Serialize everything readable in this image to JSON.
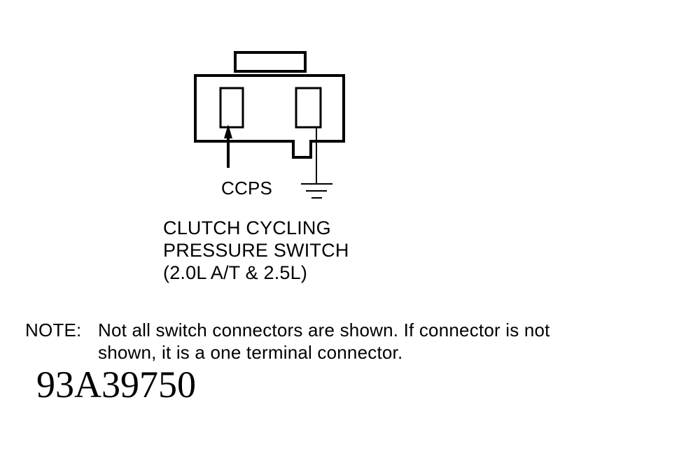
{
  "switch_label": "CCPS",
  "description": {
    "line1": "CLUTCH CYCLING",
    "line2": "PRESSURE SWITCH",
    "line3": "(2.0L A/T & 2.5L)"
  },
  "note": {
    "prefix": "NOTE:",
    "line1": "Not all switch connectors are shown. If connector is not",
    "line2": "shown, it is a one terminal connector."
  },
  "figure_code": "93A39750",
  "colors": {
    "ink": "#000000",
    "background": "#ffffff"
  }
}
